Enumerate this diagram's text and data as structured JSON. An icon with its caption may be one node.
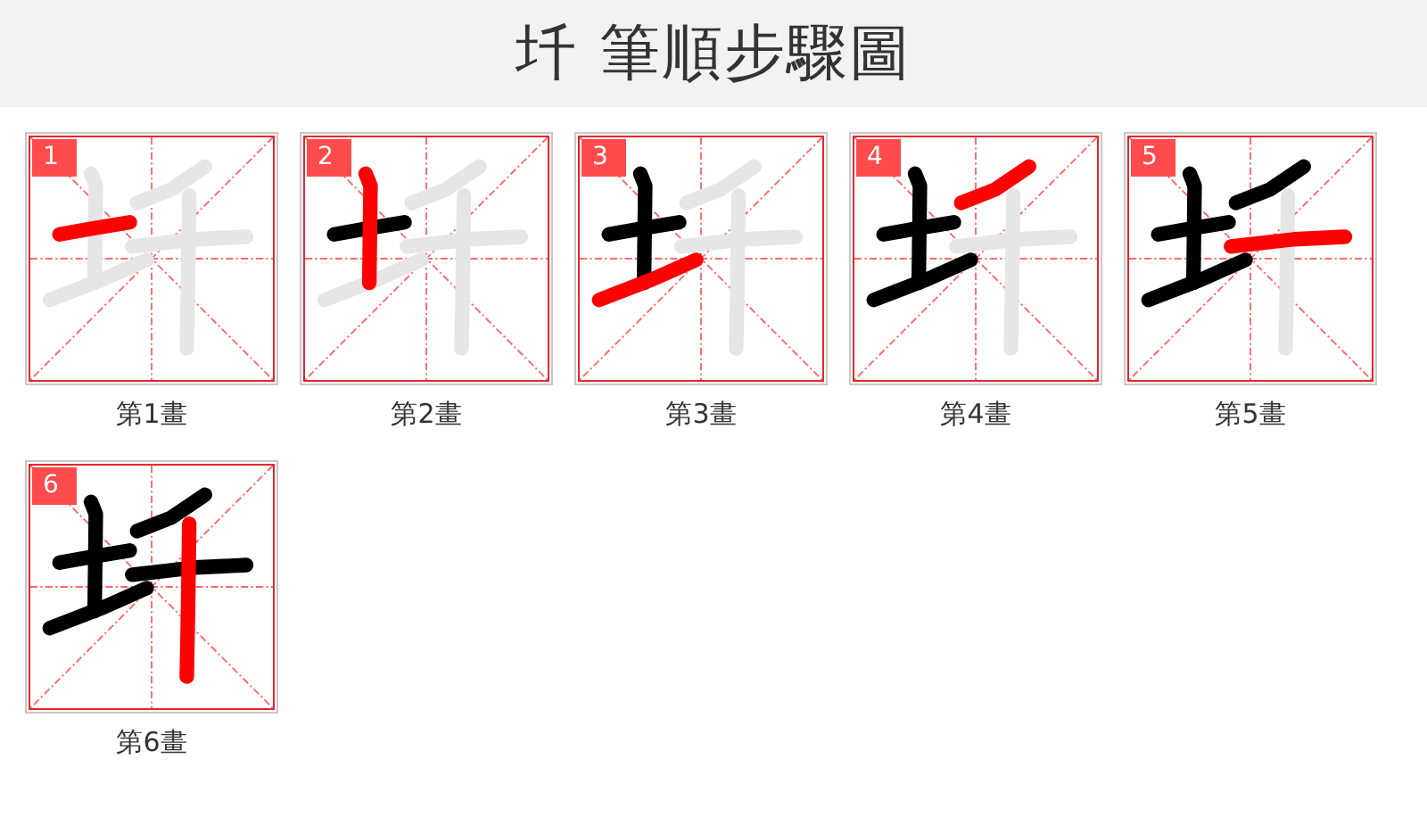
{
  "diagram": {
    "title": "圲 筆順步驟圖",
    "nodes": [
      {
        "text": [
          "1"
        ],
        "beside": [
          "第1畫"
        ]
      },
      {
        "text": [
          "2"
        ],
        "beside": [
          "第2畫"
        ]
      },
      {
        "text": [
          "3"
        ],
        "beside": [
          "第3畫"
        ]
      },
      {
        "text": [
          "4"
        ],
        "beside": [
          "第4畫"
        ]
      },
      {
        "text": [
          "5"
        ],
        "beside": [
          "第5畫"
        ]
      },
      {
        "text": [
          "6"
        ],
        "beside": [
          "第6畫"
        ]
      }
    ]
  }
}
